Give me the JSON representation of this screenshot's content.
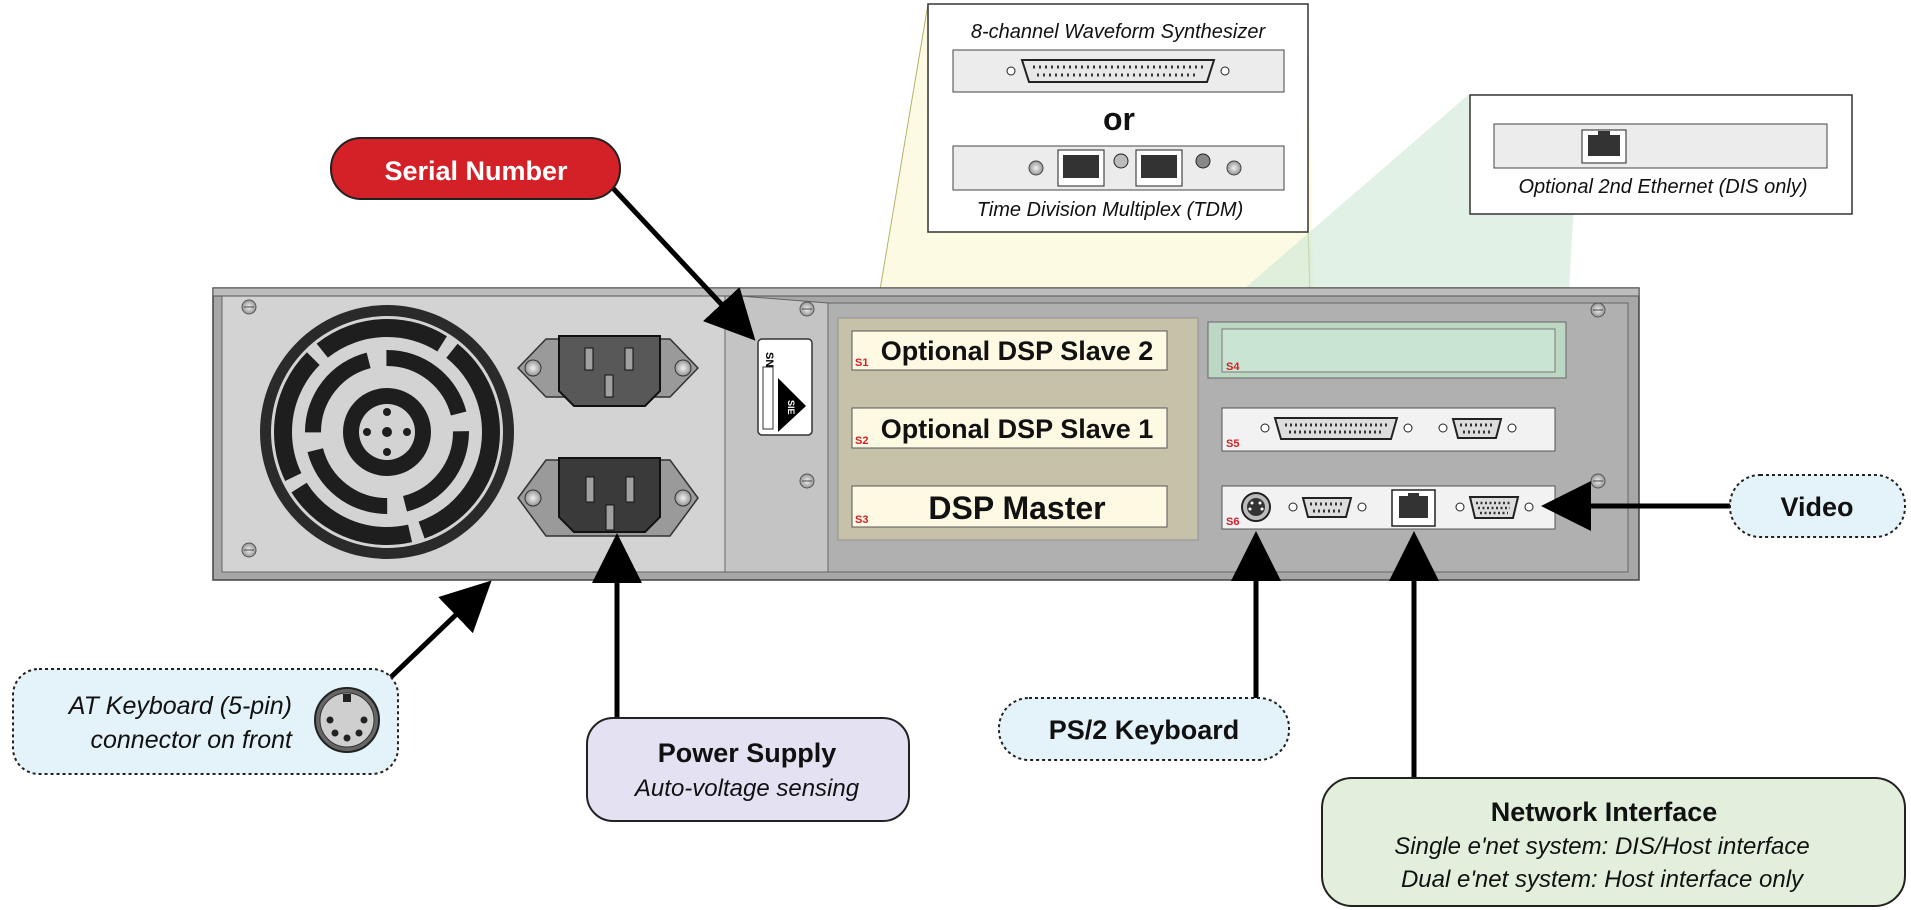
{
  "callouts": {
    "serial_number": "Serial Number",
    "video": "Video",
    "ps2_keyboard": "PS/2 Keyboard",
    "power_supply": {
      "title": "Power Supply",
      "subtitle": "Auto-voltage sensing"
    },
    "at_keyboard": {
      "line1": "AT Keyboard (5-pin)",
      "line2": "connector on front"
    },
    "network_interface": {
      "title": "Network Interface",
      "line1": "Single e'net system: DIS/Host interface",
      "line2": "Dual e'net system: Host interface only"
    }
  },
  "inset_waveform": {
    "top_caption": "8-channel Waveform Synthesizer",
    "or_text": "or",
    "bottom_caption": "Time Division Multiplex (TDM)"
  },
  "inset_ethernet": {
    "caption": "Optional 2nd Ethernet (DIS only)"
  },
  "slots": {
    "s1": {
      "id": "S1",
      "label": "Optional DSP Slave 2"
    },
    "s2": {
      "id": "S2",
      "label": "Optional DSP Slave 1"
    },
    "s3": {
      "id": "S3",
      "label": "DSP Master"
    },
    "s4": {
      "id": "S4"
    },
    "s5": {
      "id": "S5"
    },
    "s6": {
      "id": "S6"
    }
  },
  "serial_sticker": {
    "text": "SN",
    "logo_text": "SIE"
  },
  "colors": {
    "serial_callout_fill": "#d42027",
    "video_callout_fill": "#e3f3f9",
    "ps2_callout_fill": "#e3f3f9",
    "at_callout_fill": "#e3f3f9",
    "power_callout_fill": "#e4e2f2",
    "network_callout_fill": "#e1efdc",
    "chassis_fill": "#a7a7a7",
    "chassis_face_fill": "#d3d3d3",
    "slot_label_fill": "#fdf9e3",
    "slot_id_color": "#d42027",
    "yellow_overlay": "#fbf6cc",
    "green_overlay": "#cde7d6"
  },
  "icons": [
    "fan-grille-icon",
    "iec-power-inlet-icon",
    "dsub-connector-icon",
    "rj45-port-icon",
    "ps2-port-icon",
    "din-5pin-connector-icon",
    "screw-icon",
    "led-indicator-icon",
    "callout-arrow-icon"
  ]
}
